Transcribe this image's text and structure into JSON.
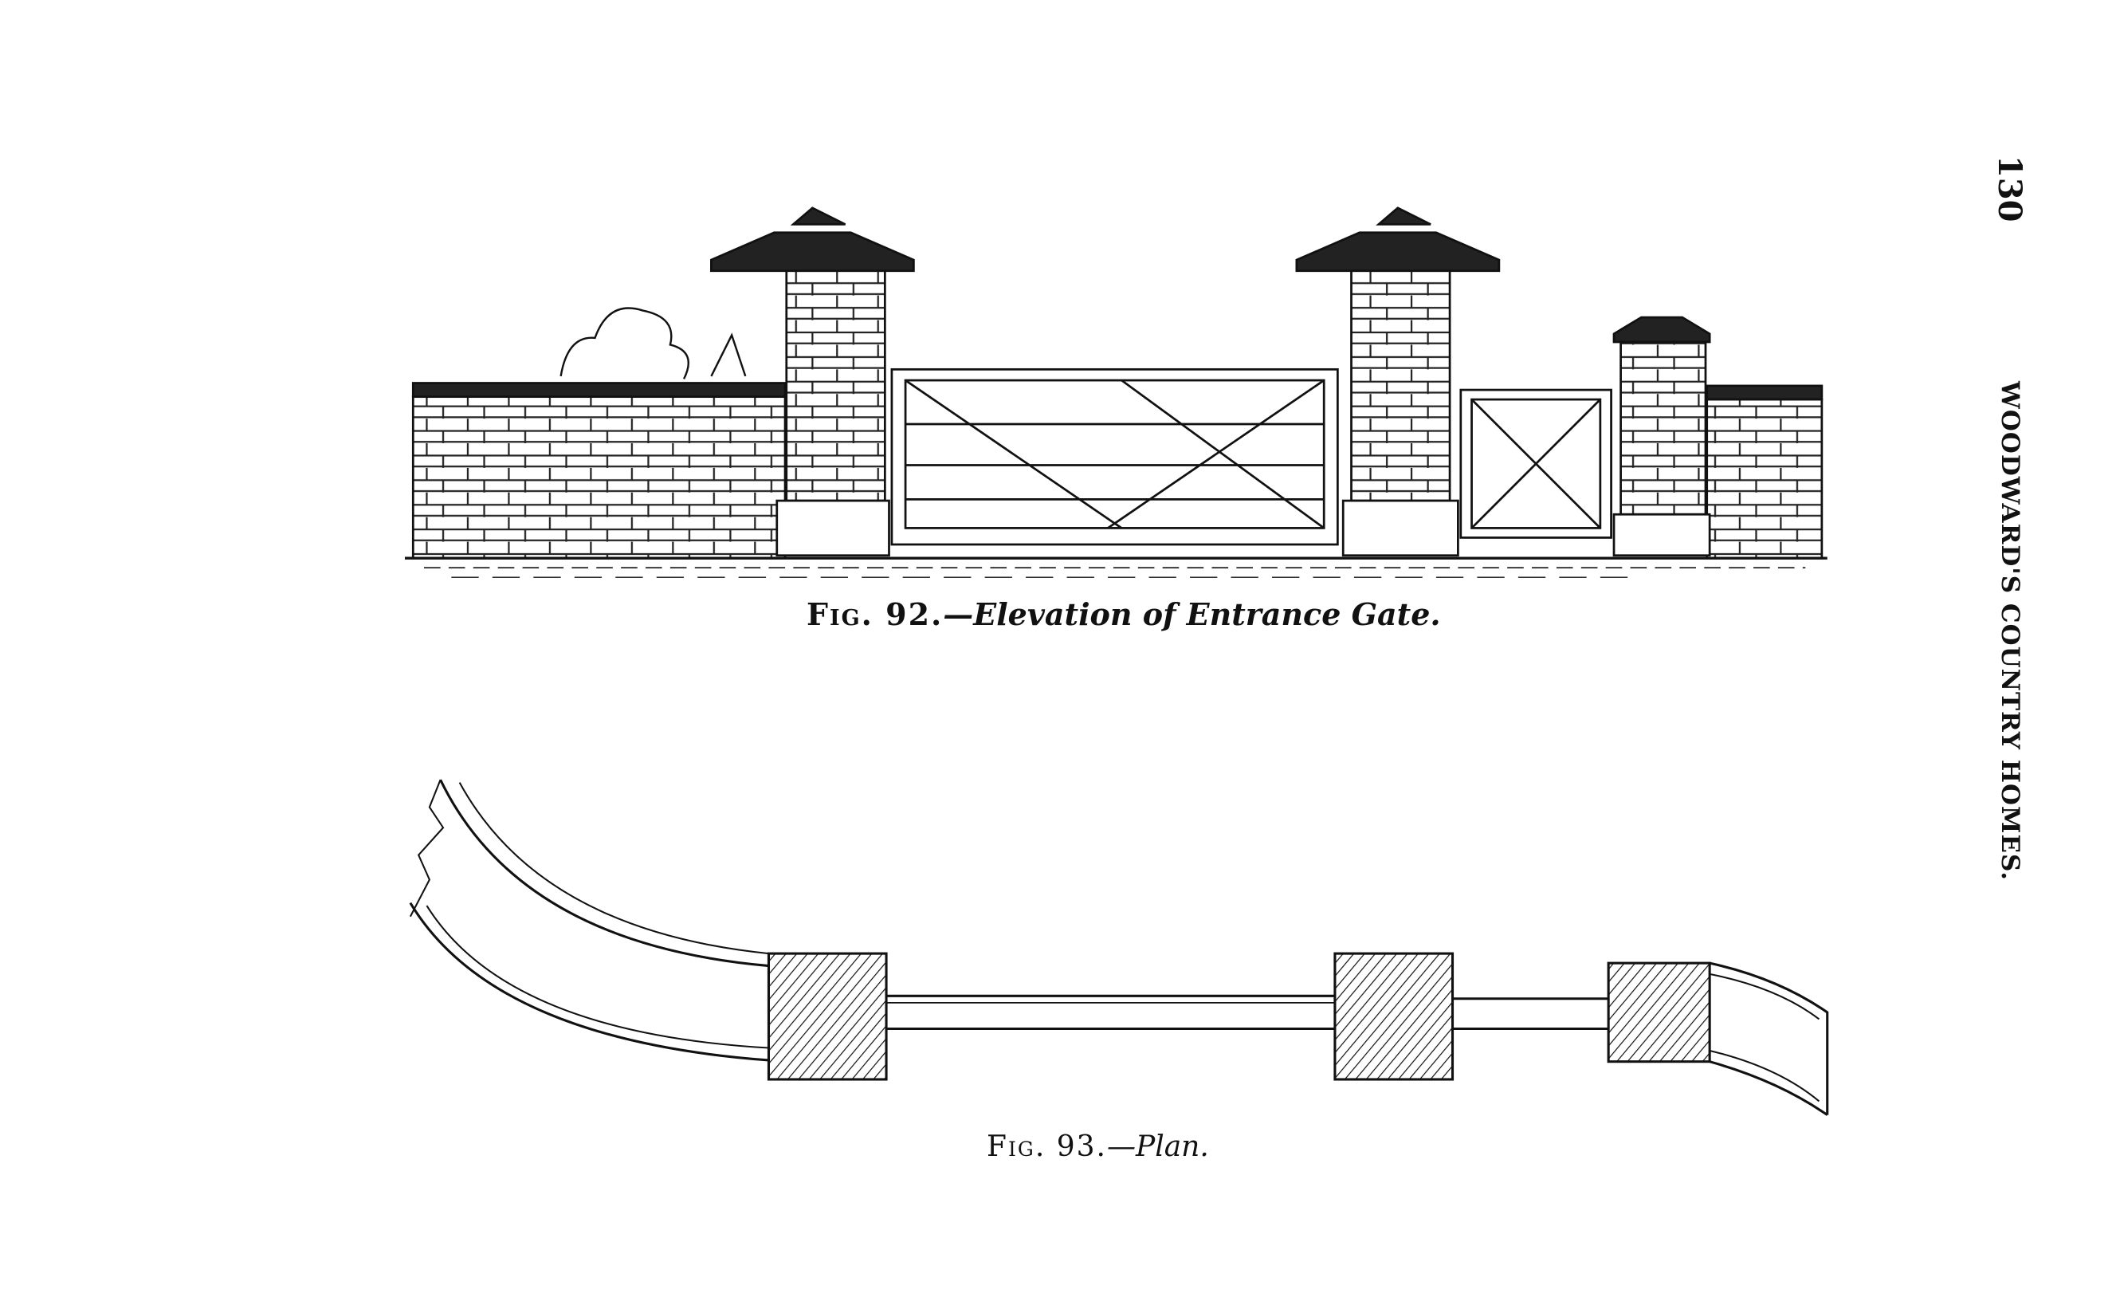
{
  "page_number": "130",
  "running_head": "WOODWARD'S COUNTRY HOMES.",
  "figures": [
    {
      "label": "Fig. 92.",
      "title": "—Elevation of Entrance Gate."
    },
    {
      "label": "Fig. 93.",
      "title": "—Plan."
    }
  ]
}
